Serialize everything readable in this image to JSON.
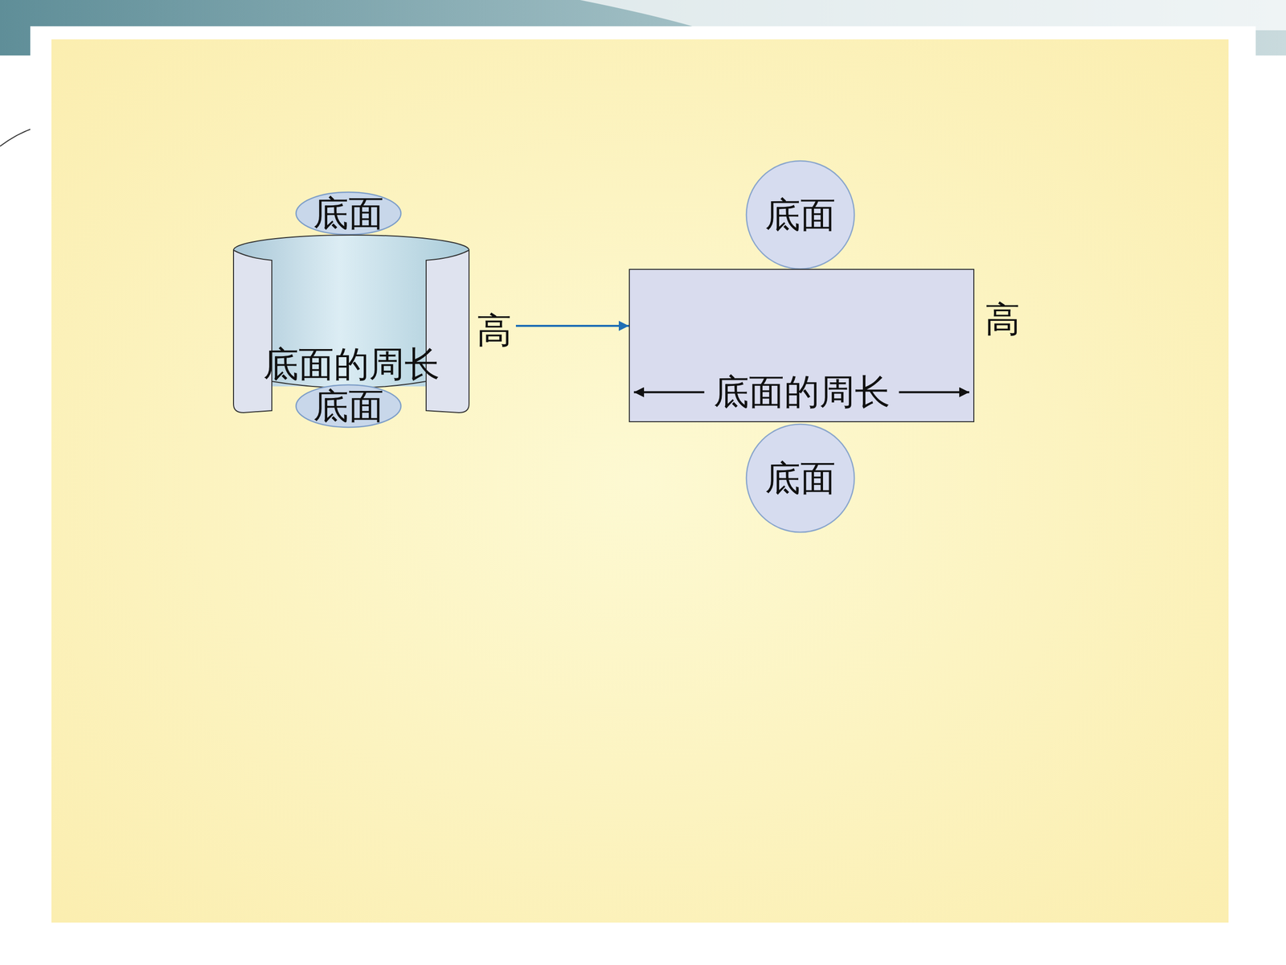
{
  "diagram": {
    "nodes": [
      {
        "text": [
          "底面"
        ]
      },
      {
        "text": [
          "底面的周长",
          "高"
        ]
      },
      {
        "text": [
          "底面"
        ]
      },
      {
        "text": [
          "底面"
        ]
      },
      {
        "text": [
          "底面的周长",
          "高"
        ]
      },
      {
        "text": [
          "底面"
        ]
      }
    ],
    "edges": [
      {
        "from": 1,
        "to": 4,
        "arrow": "to"
      }
    ]
  }
}
